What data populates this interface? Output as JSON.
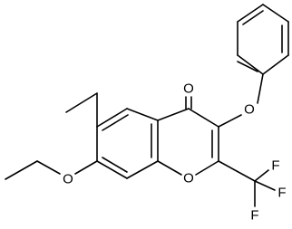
{
  "molecule": {
    "atoms": {
      "carbonyl_oxygen": "O",
      "ether_oxygen_phenoxy": "O",
      "ring_oxygen": "O",
      "ether_oxygen_ethoxy": "O",
      "fluorine_top": "F",
      "fluorine_right": "F",
      "fluorine_bottom": "F"
    }
  }
}
